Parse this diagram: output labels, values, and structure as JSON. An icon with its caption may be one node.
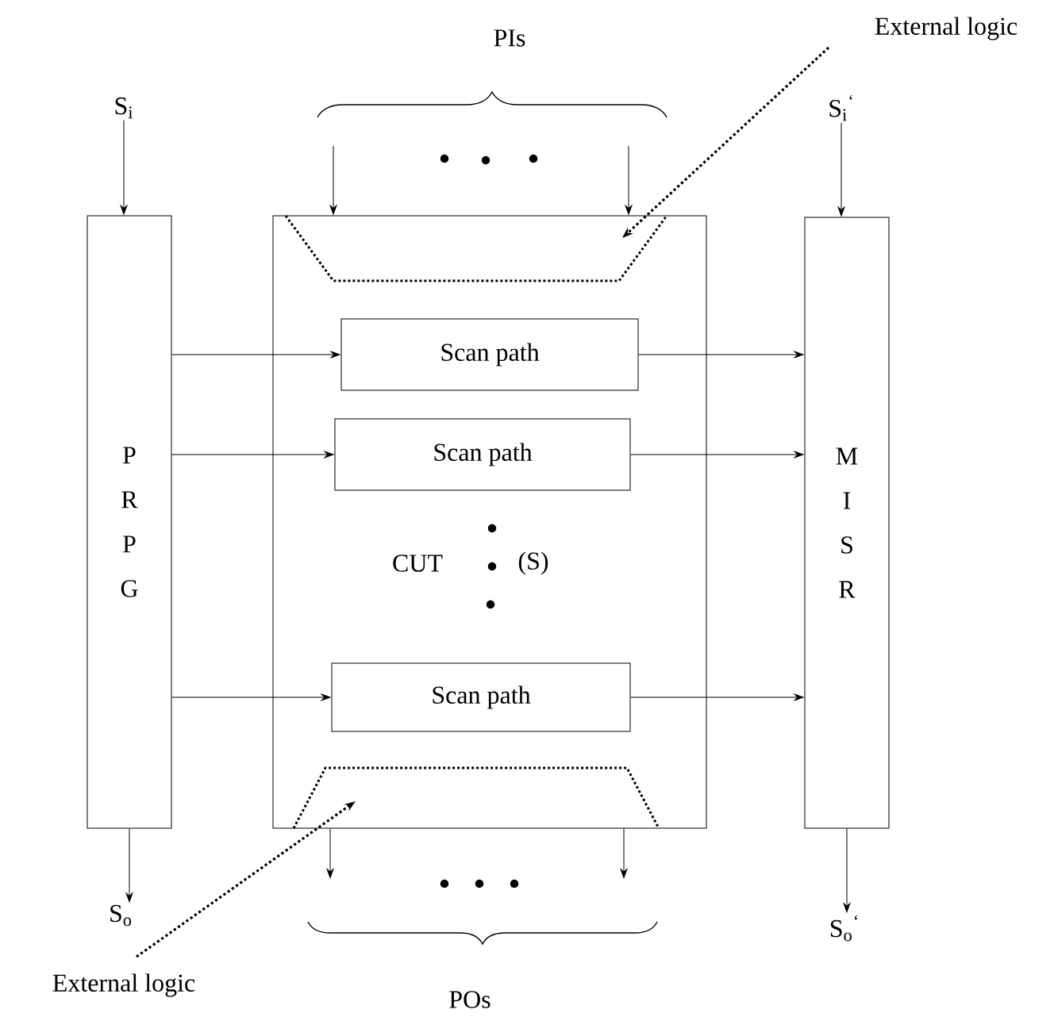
{
  "diagram": {
    "nodes": [
      {
        "text": [
          "P R P G"
        ]
      },
      {
        "text": [
          "CUT",
          "(S)"
        ]
      },
      {
        "text": [
          "Scan path"
        ],
        "in": 1
      },
      {
        "text": [
          "Scan path"
        ],
        "in": 1
      },
      {
        "text": [
          "Scan path"
        ],
        "in": 1
      },
      {
        "text": [
          "M I S R"
        ]
      },
      {
        "text": [
          "S$_{i}$"
        ]
      },
      {
        "text": [
          "S$_{i}$$^{‘}$"
        ]
      },
      {
        "text": [
          "S$_{o}$"
        ]
      },
      {
        "text": [
          "S$_{o}$$^{‘}$"
        ]
      },
      {
        "text": [],
        "shape": "trapezoid",
        "in": 1
      },
      {
        "text": [],
        "shape": "trapezoid",
        "in": 1
      },
      {
        "text": [
          "External logic"
        ]
      },
      {
        "text": [
          "External logic"
        ]
      }
    ],
    "edges": [
      {
        "from": 6,
        "to": 0,
        "arrow": "to"
      },
      {
        "from": 7,
        "to": 5,
        "arrow": "to"
      },
      {
        "from": 0,
        "to": 8,
        "arrow": "to"
      },
      {
        "from": 5,
        "to": 9,
        "arrow": "to"
      },
      {
        "from": 0,
        "to": 2,
        "arrow": "to"
      },
      {
        "from": 0,
        "to": 3,
        "arrow": "to"
      },
      {
        "from": 0,
        "to": 4,
        "arrow": "to"
      },
      {
        "from": 2,
        "to": 5,
        "arrow": "to"
      },
      {
        "from": 3,
        "to": 5,
        "arrow": "to"
      },
      {
        "from": 4,
        "to": 5,
        "arrow": "to"
      },
      {
        "from": null,
        "to": 1,
        "arrow": "to"
      },
      {
        "from": null,
        "to": 1,
        "arrow": "to"
      },
      {
        "from": 1,
        "to": null,
        "arrow": "to"
      },
      {
        "from": 1,
        "to": null,
        "arrow": "to"
      },
      {
        "from": 12,
        "to": 10,
        "arrow": "to",
        "style": "dashed"
      },
      {
        "from": 13,
        "to": 11,
        "arrow": "to",
        "style": "dashed"
      }
    ],
    "labels": [
      "PIs",
      "POs"
    ]
  }
}
